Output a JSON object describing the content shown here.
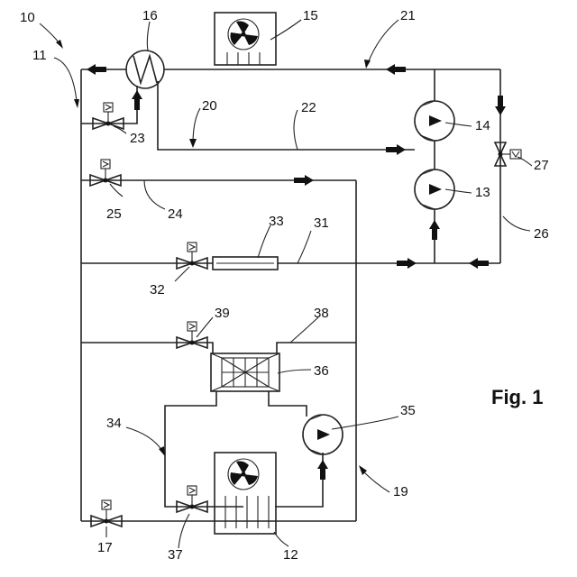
{
  "figure": {
    "label": "Fig. 1",
    "reference_numerals": [
      "10",
      "11",
      "12",
      "13",
      "14",
      "15",
      "16",
      "17",
      "19",
      "20",
      "21",
      "22",
      "23",
      "24",
      "25",
      "26",
      "27",
      "31",
      "32",
      "33",
      "34",
      "35",
      "36",
      "37",
      "38",
      "39"
    ]
  },
  "components": {
    "system": "10",
    "main_line": "11",
    "evaporator": "12",
    "compressor_lower": "13",
    "compressor_upper": "14",
    "condenser_fan_unit": "15",
    "heat_exchanger_top": "16",
    "valve_bottom_left": "17",
    "return_line": "19",
    "line_20": "20",
    "line_21": "21",
    "line_22": "22",
    "valve_23": "23",
    "line_24": "24",
    "valve_25": "25",
    "bypass_line_26": "26",
    "valve_27": "27",
    "line_31": "31",
    "valve_32": "32",
    "component_33": "33",
    "line_34": "34",
    "pump_35": "35",
    "heat_exchanger_36": "36",
    "valve_37": "37",
    "line_38": "38",
    "valve_39": "39"
  }
}
